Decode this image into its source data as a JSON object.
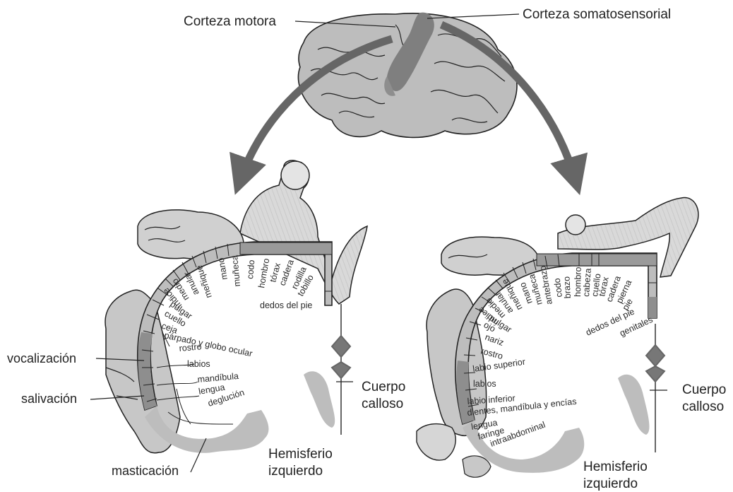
{
  "title_labels": {
    "motor_cortex": "Corteza motora",
    "somatosensory_cortex": "Corteza somatosensorial"
  },
  "motor": {
    "side_labels": {
      "vocalization": "vocalización",
      "salivation": "salivación",
      "mastication": "masticación"
    },
    "corpus_callosum": [
      "Cuerpo",
      "calloso"
    ],
    "hemisphere": [
      "Hemisferio",
      "izquierdo"
    ],
    "segments": [
      "dedos del pie",
      "tobillo",
      "rodilla",
      "cadera",
      "tórax",
      "hombro",
      "codo",
      "muñeca",
      "mano",
      "meñique",
      "anular",
      "medio",
      "índice",
      "pulgar",
      "cuello",
      "ceja"
    ],
    "inner_labels": [
      "párpado y globo ocular",
      "rostro",
      "labios",
      "mandíbula",
      "lengua",
      "deglución"
    ]
  },
  "sensory": {
    "corpus_callosum": [
      "Cuerpo",
      "calloso"
    ],
    "hemisphere": [
      "Hemisferio",
      "izquierdo"
    ],
    "segments": [
      "genitales",
      "dedos del pie",
      "pie",
      "pierna",
      "cadera",
      "tórax",
      "cuello",
      "cabeza",
      "hombro",
      "brazo",
      "codo",
      "antebrazo",
      "muñeca",
      "mano",
      "meñique",
      "anular",
      "medio",
      "índice",
      "pulgar",
      "ojo",
      "nariz"
    ],
    "inner_labels": [
      "rostro",
      "labio superior",
      "labios",
      "labio inferior",
      "dientes, mandíbula y encías",
      "lengua",
      "faringe",
      "intraabdominal"
    ]
  },
  "colors": {
    "gray_fill": "#bdbdbd",
    "light_gray": "#e2e2e2",
    "dark_band": "#8e8e8e",
    "arrow": "#666666"
  }
}
